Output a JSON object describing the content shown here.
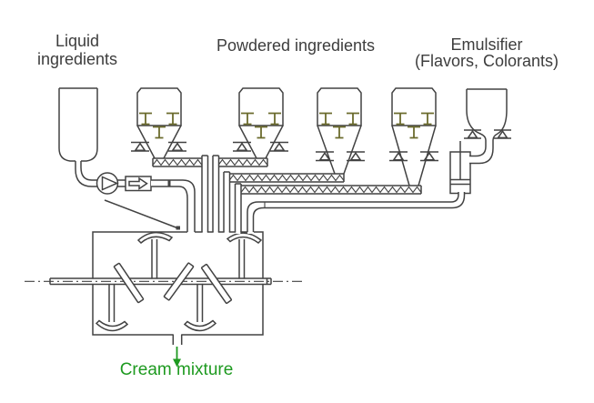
{
  "labels": {
    "liquid_line1": "Liquid",
    "liquid_line2": "ingredients",
    "powdered": "Powdered ingredients",
    "emulsifier_line1": "Emulsifier",
    "emulsifier_line2": "(Flavors, Colorants)",
    "cream": "Cream mixture"
  },
  "colors": {
    "line": "#424242",
    "label_text": "#3d3d3d",
    "green": "#1e9a20",
    "olive": "#6b6b2d",
    "background": "#ffffff"
  }
}
